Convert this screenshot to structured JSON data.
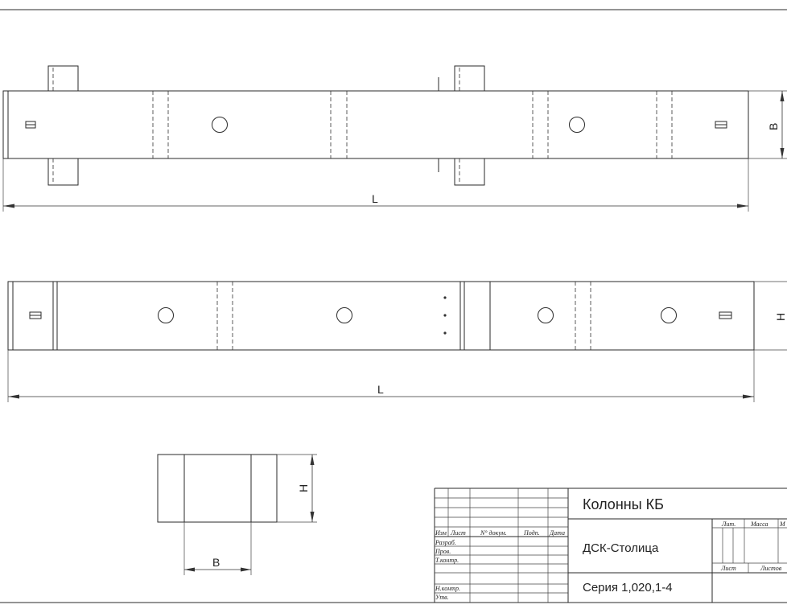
{
  "drawing": {
    "top_view": {
      "length_label": "L",
      "width_label": "B"
    },
    "side_view": {
      "length_label": "L",
      "height_label": "H"
    },
    "section_view": {
      "width_label": "B",
      "height_label": "H"
    }
  },
  "title_block": {
    "title": "Колонны КБ",
    "organization": "ДСК-Столица",
    "series": "Серия 1,020,1-4",
    "headers": {
      "izm": "Изм",
      "list": "Лист",
      "doc_no": "N° докум.",
      "sign": "Подп.",
      "date": "Дата",
      "lit": "Лит.",
      "mass": "Масса",
      "scale_partial": "М",
      "sheet": "Лист",
      "sheets_partial": "Листов"
    },
    "roles": [
      "Разраб.",
      "Пров.",
      "Т.контр.",
      "Н.контр.",
      "Утв."
    ]
  }
}
